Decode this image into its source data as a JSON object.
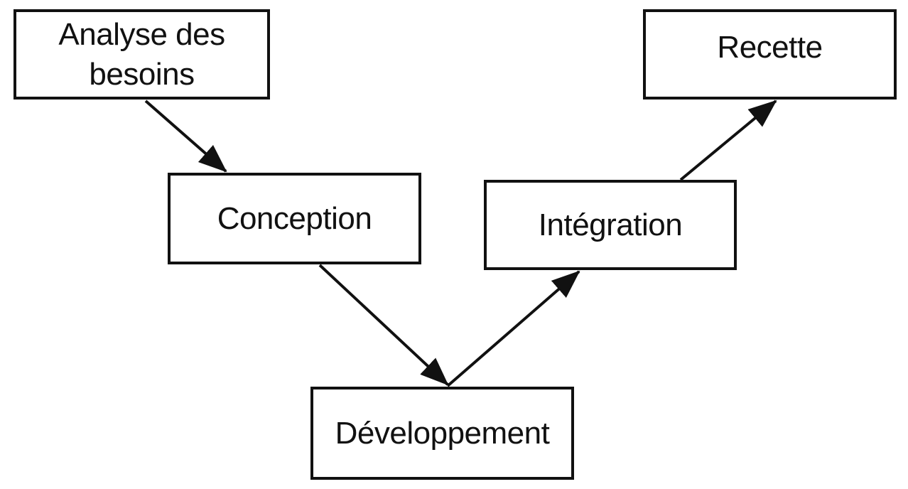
{
  "diagram": {
    "stages": {
      "analyse": "Analyse des besoins",
      "conception": "Conception",
      "developpement": "Développement",
      "integration": "Intégration",
      "recette": "Recette"
    },
    "edges": [
      {
        "from": "analyse",
        "to": "conception"
      },
      {
        "from": "conception",
        "to": "developpement"
      },
      {
        "from": "developpement",
        "to": "integration"
      },
      {
        "from": "integration",
        "to": "recette"
      }
    ],
    "colors": {
      "stroke": "#111111",
      "background": "#ffffff"
    }
  }
}
